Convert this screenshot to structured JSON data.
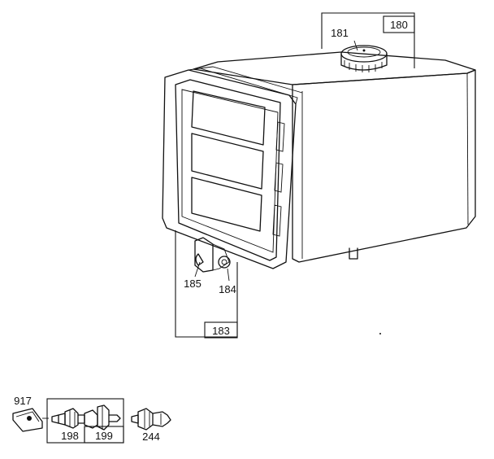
{
  "parts": {
    "p180": "180",
    "p181": "181",
    "p183": "183",
    "p184": "184",
    "p185": "185",
    "p917": "917",
    "p198": "198",
    "p199": "199",
    "p244": "244"
  }
}
